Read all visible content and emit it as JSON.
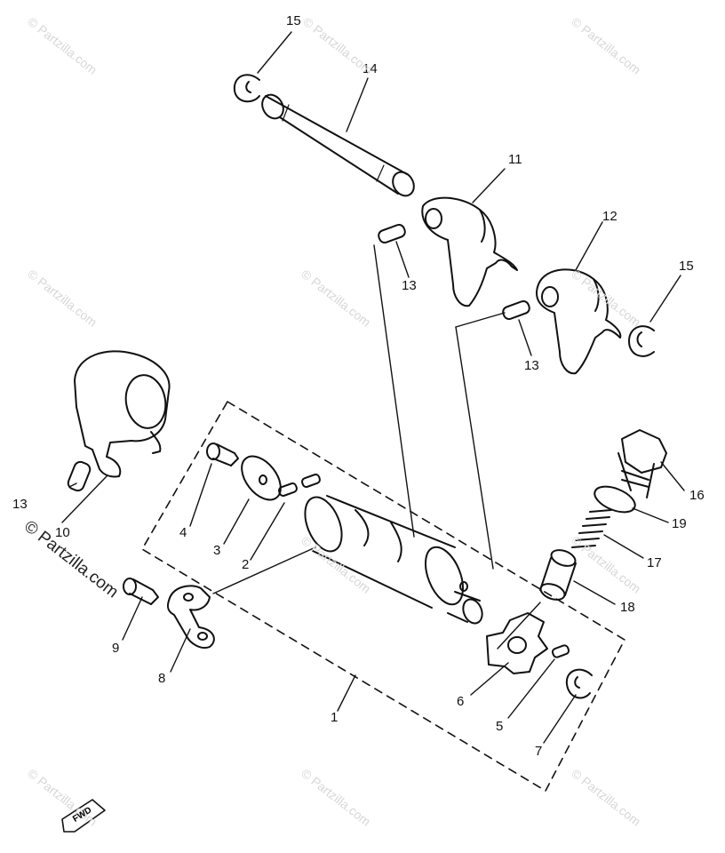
{
  "watermark": {
    "text": "© Partzilla.com",
    "color": "#d7d7d7"
  },
  "callouts": [
    {
      "id": "c15a",
      "label": "15"
    },
    {
      "id": "c14",
      "label": "14"
    },
    {
      "id": "c11",
      "label": "11"
    },
    {
      "id": "c12",
      "label": "12"
    },
    {
      "id": "c15b",
      "label": "15"
    },
    {
      "id": "c13a",
      "label": "13"
    },
    {
      "id": "c13b",
      "label": "13"
    },
    {
      "id": "c13c",
      "label": "13"
    },
    {
      "id": "c10",
      "label": "10"
    },
    {
      "id": "c4",
      "label": "4"
    },
    {
      "id": "c3",
      "label": "3"
    },
    {
      "id": "c2",
      "label": "2"
    },
    {
      "id": "c16",
      "label": "16"
    },
    {
      "id": "c19",
      "label": "19"
    },
    {
      "id": "c17",
      "label": "17"
    },
    {
      "id": "c18",
      "label": "18"
    },
    {
      "id": "c9",
      "label": "9"
    },
    {
      "id": "c8",
      "label": "8"
    },
    {
      "id": "c6",
      "label": "6"
    },
    {
      "id": "c5",
      "label": "5"
    },
    {
      "id": "c7",
      "label": "7"
    },
    {
      "id": "c1",
      "label": "1"
    }
  ],
  "fwd_label": "FWD"
}
